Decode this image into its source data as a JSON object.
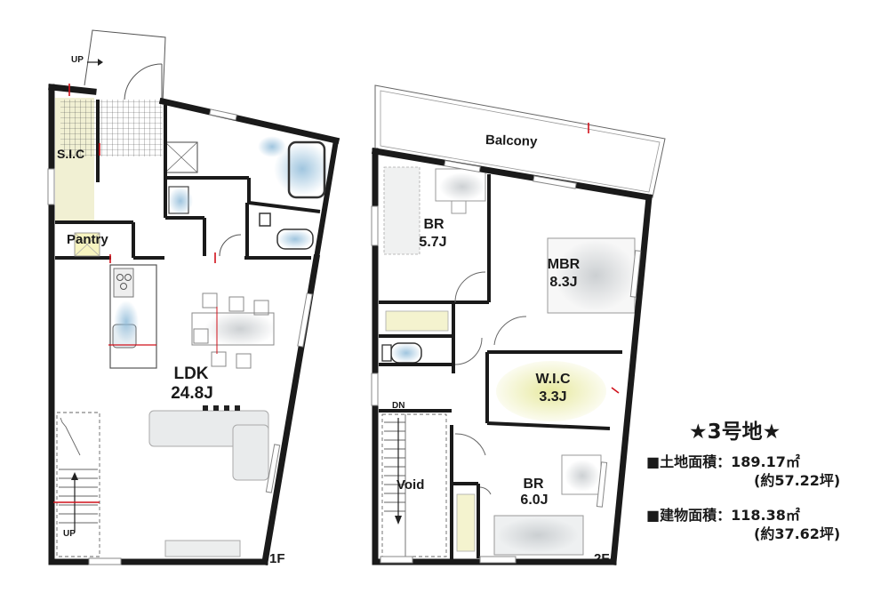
{
  "floor1": {
    "label": "1F",
    "rooms": {
      "sic": "S.I.C",
      "pantry": "Pantry",
      "ldk_name": "LDK",
      "ldk_size": "24.8J"
    },
    "stair_up": "UP",
    "entry_up": "UP"
  },
  "floor2": {
    "label": "2F",
    "rooms": {
      "balcony": "Balcony",
      "br1_name": "BR",
      "br1_size": "5.7J",
      "mbr_name": "MBR",
      "mbr_size": "8.3J",
      "wic_name": "W.I.C",
      "wic_size": "3.3J",
      "br2_name": "BR",
      "br2_size": "6.0J",
      "void": "Void"
    },
    "stair_dn": "DN"
  },
  "lot_info": {
    "title": "★3号地★",
    "land_area": "■土地面積：189.17㎡",
    "land_tsubo": "(約57.22坪)",
    "building_area": "■建物面積：118.38㎡",
    "building_tsubo": "(約37.62坪)"
  },
  "colors": {
    "wall": "#1a1a1a",
    "accent_red": "#d0101a",
    "fixture_blue": "#9cc3dd",
    "wic_yellow": "#eef0b8"
  }
}
